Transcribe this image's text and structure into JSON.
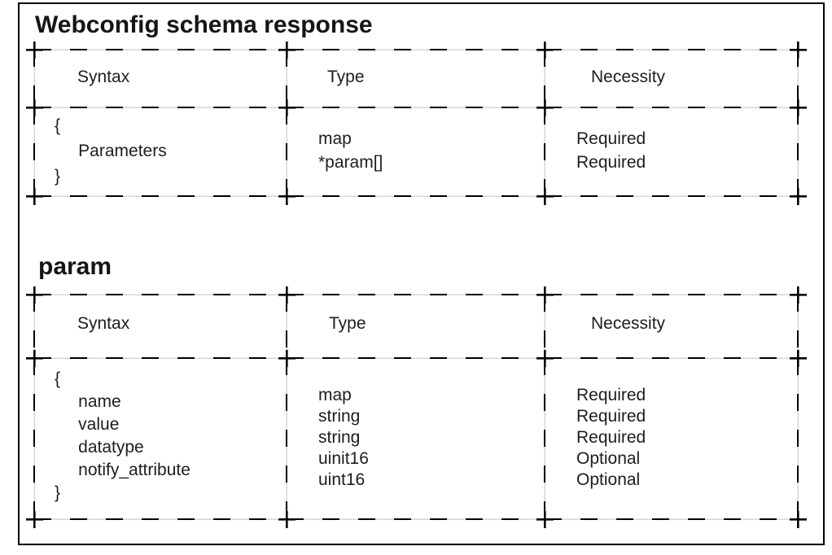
{
  "colors": {
    "frame_border": "#000000",
    "dash": "#000000",
    "grid_gray": "#d6d6d6",
    "text": "#1d1d1d"
  },
  "sections": [
    {
      "title": "Webconfig schema response",
      "table": {
        "headers": [
          "Syntax",
          "Type",
          "Necessity"
        ],
        "row": {
          "syntax": [
            "{",
            "     Parameters",
            "}"
          ],
          "type": [
            "map",
            "*param[]"
          ],
          "necessity": [
            "Required",
            "Required"
          ]
        }
      }
    },
    {
      "title": "param",
      "table": {
        "headers": [
          "Syntax",
          "Type",
          "Necessity"
        ],
        "row": {
          "syntax": [
            "{",
            "     name",
            "     value",
            "     datatype",
            "     notify_attribute",
            "}"
          ],
          "type": [
            "map",
            "string",
            "string",
            "uinit16",
            "uint16"
          ],
          "necessity": [
            "Required",
            "Required",
            "Required",
            "Optional",
            "Optional"
          ]
        }
      }
    }
  ]
}
